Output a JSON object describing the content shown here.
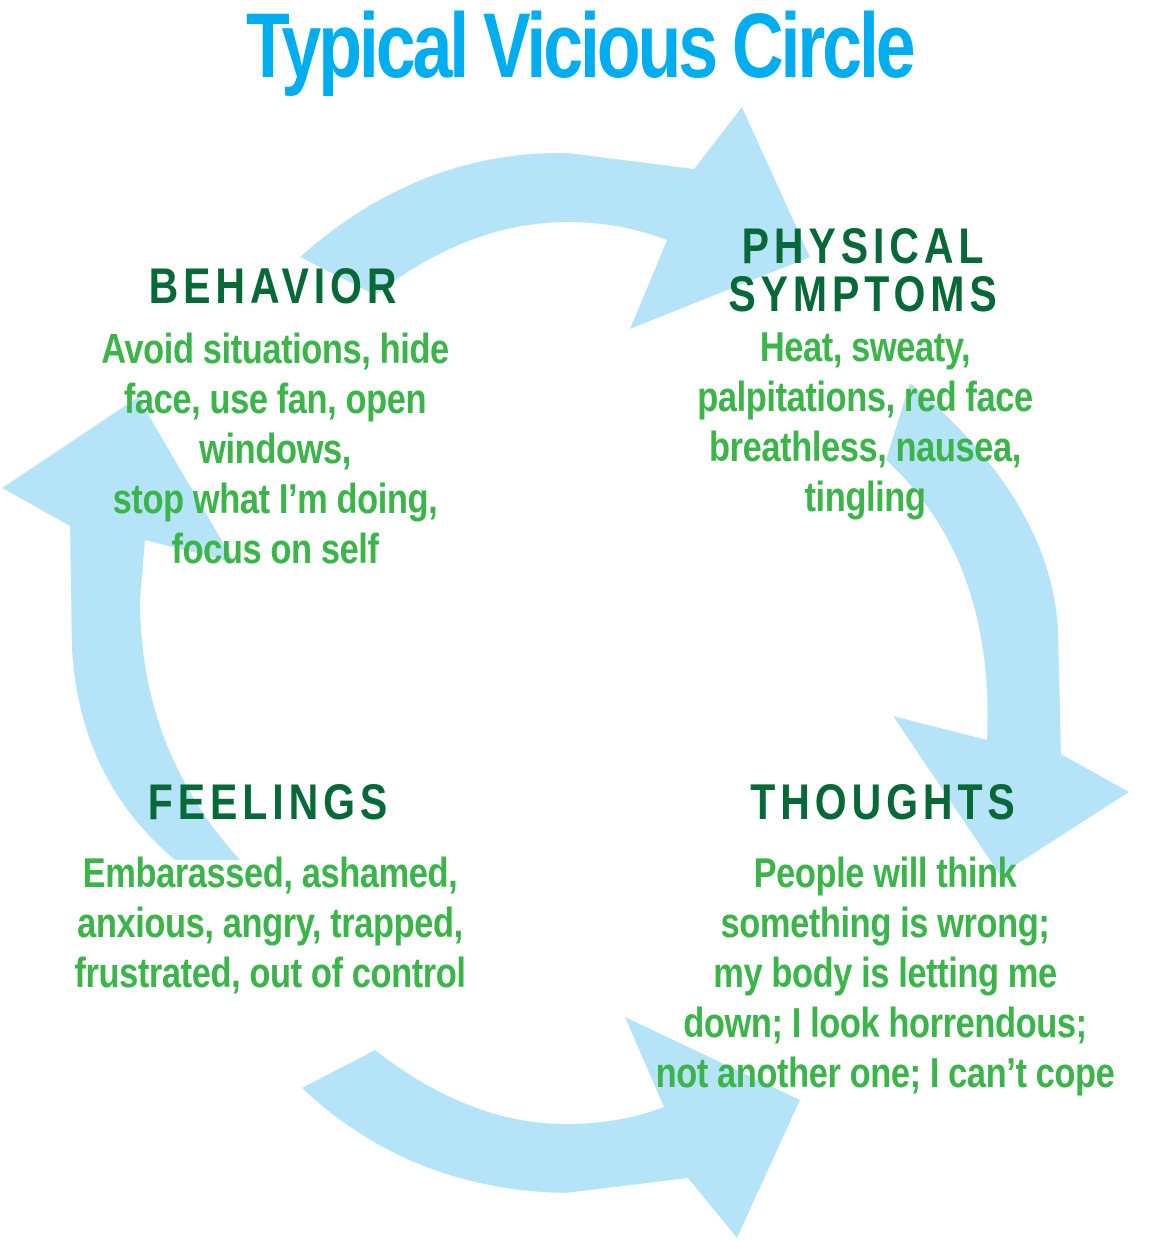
{
  "title": "Typical Vicious Circle",
  "colors": {
    "title": "#00AEEF",
    "heading": "#066937",
    "body": "#3BB44A",
    "arrow": "#B5E3F8"
  },
  "nodes": {
    "behavior": {
      "heading": "BEHAVIOR",
      "lines": [
        "Avoid situations, hide",
        "face, use fan, open",
        "windows,",
        "stop what I’m doing,",
        "focus on self"
      ]
    },
    "physical": {
      "heading_lines": [
        "PHYSICAL",
        "SYMPTOMS"
      ],
      "lines": [
        "Heat, sweaty,",
        "palpitations, red face",
        "breathless, nausea,",
        "tingling"
      ]
    },
    "feelings": {
      "heading": "FEELINGS",
      "lines": [
        "Embarassed, ashamed,",
        "anxious, angry, trapped,",
        "frustrated, out of control"
      ]
    },
    "thoughts": {
      "heading": "THOUGHTS",
      "lines": [
        "People will think",
        "something is wrong;",
        "my body is letting me",
        "down; I look horrendous;",
        "not another one; I can’t cope"
      ]
    }
  },
  "arrows": [
    {
      "from": "BEHAVIOR",
      "to": "PHYSICAL SYMPTOMS"
    },
    {
      "from": "PHYSICAL SYMPTOMS",
      "to": "THOUGHTS"
    },
    {
      "from": "THOUGHTS",
      "to": "FEELINGS"
    },
    {
      "from": "FEELINGS",
      "to": "BEHAVIOR"
    }
  ]
}
